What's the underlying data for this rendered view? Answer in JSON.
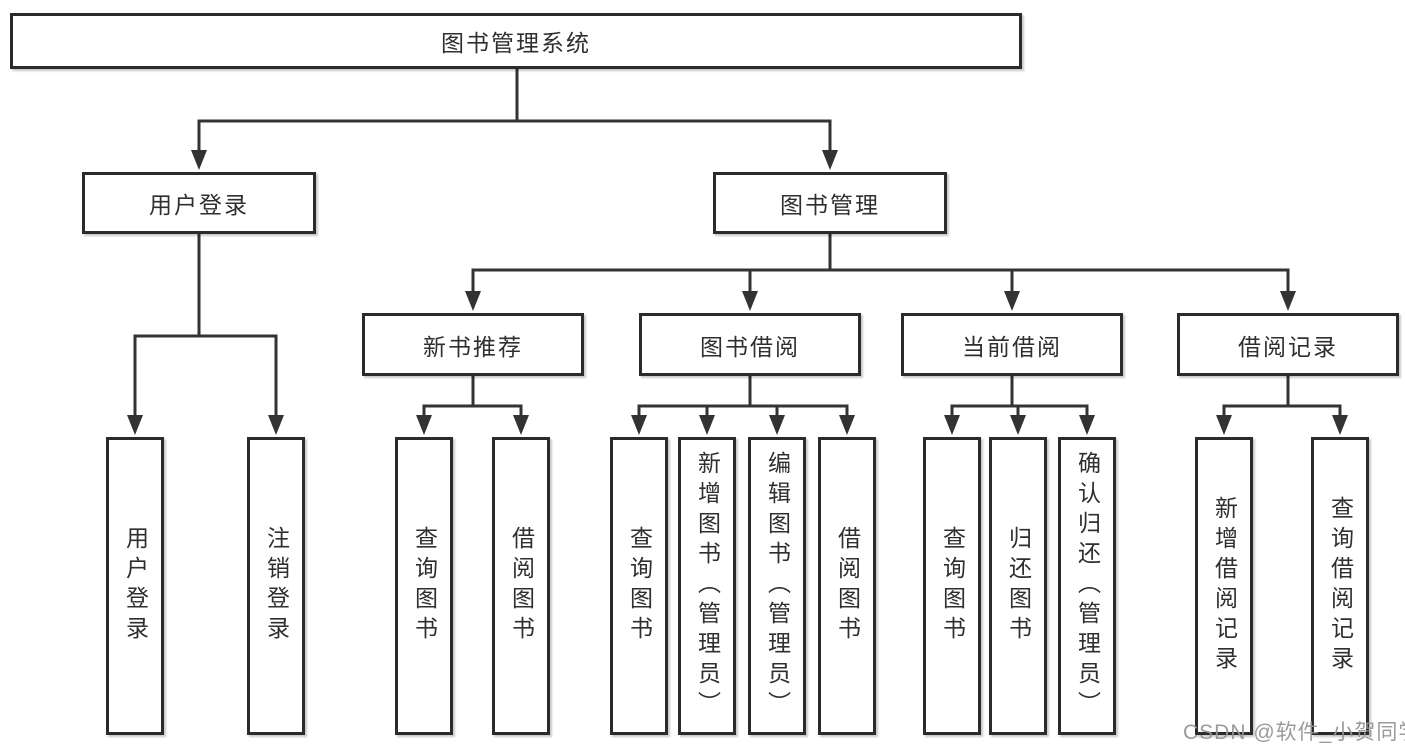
{
  "nodes": {
    "root": "图书管理系统",
    "level2": [
      "用户登录",
      "图书管理"
    ],
    "level3": [
      "新书推荐",
      "图书借阅",
      "当前借阅",
      "借阅记录"
    ],
    "leaves": {
      "user_login": [
        "用户登录",
        "注销登录"
      ],
      "new_book": [
        "查询图书",
        "借阅图书"
      ],
      "book_borrow": [
        "查询图书",
        "新增图书（管理员）",
        "编辑图书（管理员）",
        "借阅图书"
      ],
      "current_borrow": [
        "查询图书",
        "归还图书",
        "确认归还（管理员）"
      ],
      "borrow_record": [
        "新增借阅记录",
        "查询借阅记录"
      ]
    }
  },
  "watermark": "CSDN @软件_小贺同学",
  "colors": {
    "line": "#333333",
    "box_border": "#2b2b2b",
    "box_background": "#ffffff",
    "text": "#2f2f2f",
    "watermark": "#969696"
  }
}
